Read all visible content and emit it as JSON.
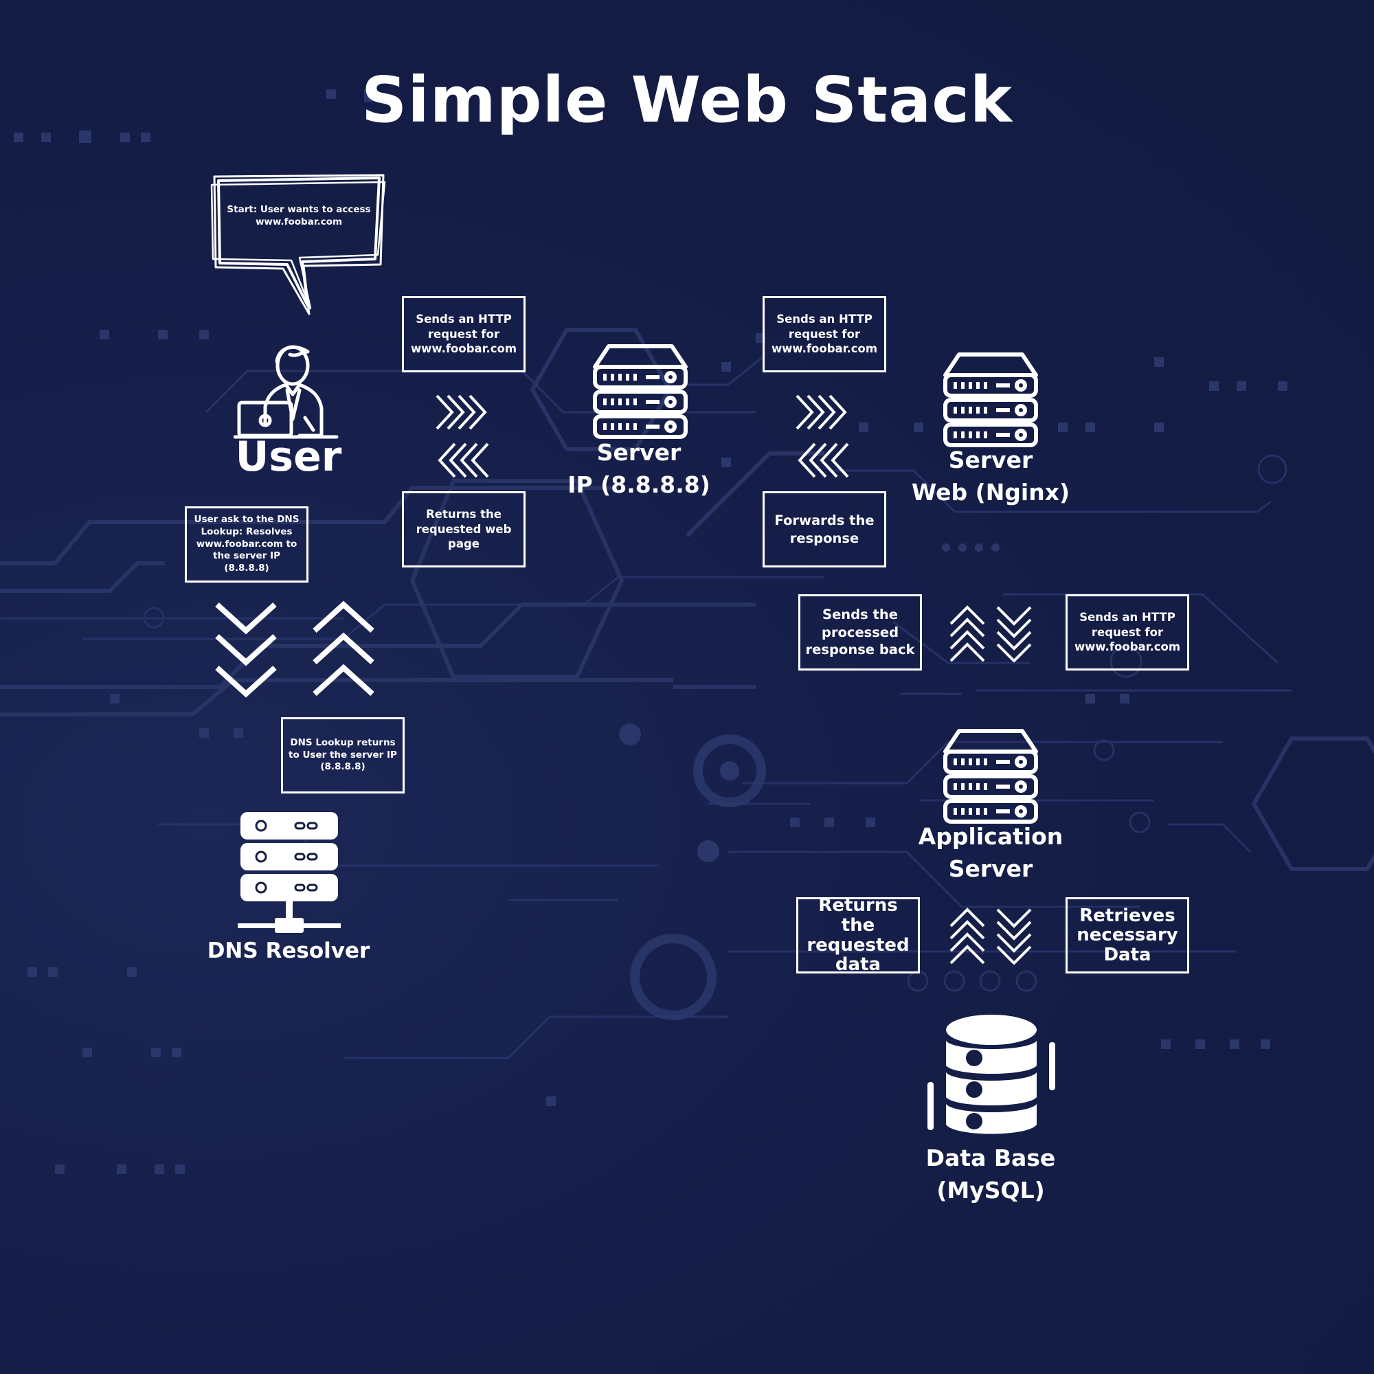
{
  "title": "Simple Web Stack",
  "bubble": "Start: User wants to access www.foobar.com",
  "nodes": {
    "user": "User",
    "server_ip": [
      "Server",
      "IP (8.8.8.8)"
    ],
    "web_server": [
      "Server",
      "Web (Nginx)"
    ],
    "app_server": [
      "Application",
      "Server"
    ],
    "database": [
      "Data Base",
      "(MySQL)"
    ],
    "dns": "DNS Resolver"
  },
  "boxes": {
    "user_to_server_request": "Sends an HTTP request for www.foobar.com",
    "server_to_user_returns": "Returns the requested web page",
    "server_to_web_request": "Sends an HTTP request for www.foobar.com",
    "web_forwards": "Forwards the response",
    "dns_ask": "User ask to the DNS Lookup: Resolves www.foobar.com to the server IP (8.8.8.8)",
    "dns_return": "DNS Lookup returns to User  the server IP (8.8.8.8)",
    "app_sends_back": "Sends the processed response back",
    "web_to_app_request": "Sends an HTTP request for www.foobar.com",
    "db_returns": "Returns the requested data",
    "app_retrieves": "Retrieves necessary Data"
  },
  "icons": {
    "user": "user-laptop-icon",
    "server": "server-rack-icon",
    "dns": "dns-server-icon",
    "database": "database-icon",
    "arrow_right": "chevrons-right-icon",
    "arrow_left": "chevrons-left-icon",
    "arrow_up": "chevrons-up-icon",
    "arrow_down": "chevrons-down-icon"
  },
  "colors": {
    "background": "#141d44",
    "foreground": "#ffffff",
    "circuit": "#2e3a6e"
  }
}
